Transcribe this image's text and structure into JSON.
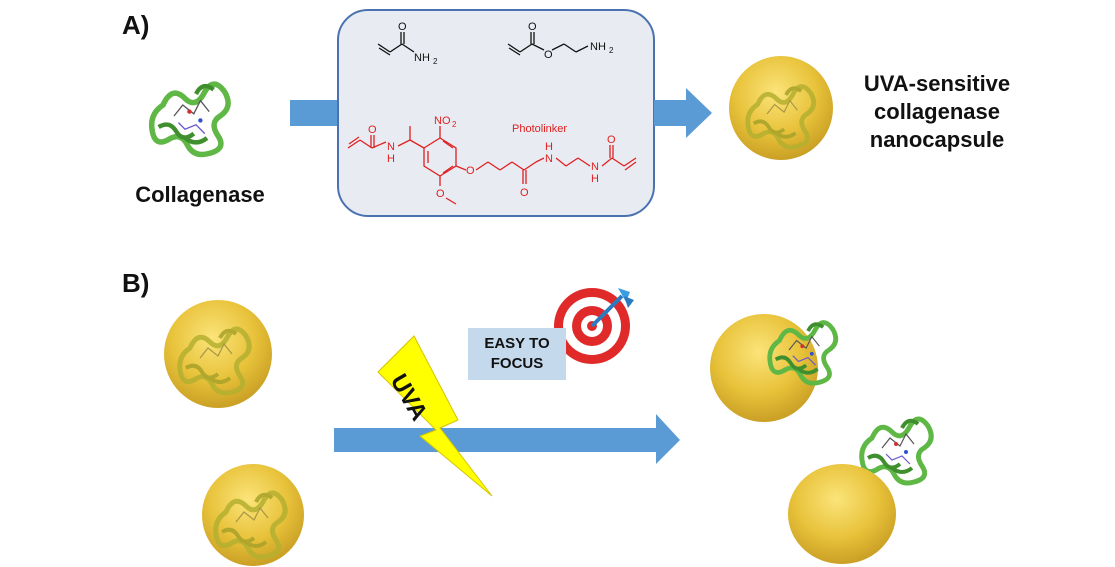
{
  "panel_a": {
    "label": "A)",
    "enzyme_label": "Collagenase",
    "product_label_lines": [
      "UVA-sensitive",
      "collagenase",
      "nanocapsule"
    ],
    "reaction_box": {
      "monomer1": {
        "atom_nh2": "NH",
        "atom_nh2_sub": "2",
        "atom_o": "O"
      },
      "monomer2": {
        "atom_o_carbonyl": "O",
        "atom_o_ester": "O",
        "atom_nh2": "NH",
        "atom_nh2_sub": "2"
      },
      "photolinker": {
        "caption": "Photolinker",
        "nitro": "NO",
        "nitro_sub": "2",
        "atoms": {
          "o1": "O",
          "n1": "N",
          "h1": "H",
          "o_ether": "O",
          "o_methoxy": "O",
          "o2": "O",
          "n2": "N",
          "h2": "H",
          "n3": "N",
          "h3": "H",
          "o3": "O"
        }
      }
    }
  },
  "panel_b": {
    "label": "B)",
    "lightning_text": "UVA",
    "focus_label_lines": [
      "EASY TO",
      "FOCUS"
    ]
  },
  "colors": {
    "arrow_blue": "#5b9bd5",
    "capsule_gold": "#e8c23a",
    "photolinker_red": "#e02020",
    "box_fill": "#e8ecf2",
    "box_border": "#4a72b0",
    "lightning_yellow": "#ffff00",
    "protein_green": "#5fb845"
  }
}
